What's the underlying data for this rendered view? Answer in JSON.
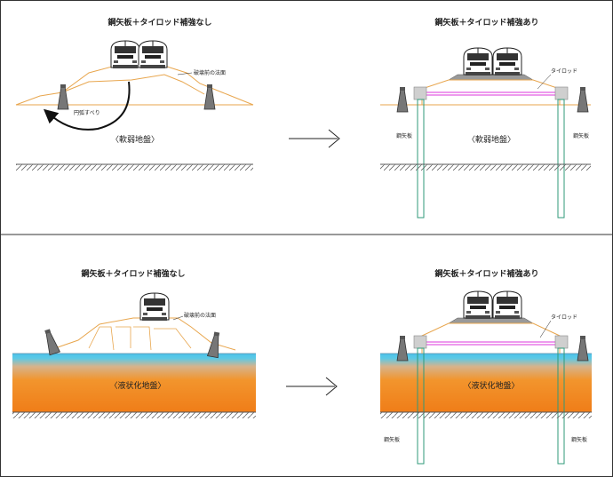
{
  "panels": [
    {
      "title": "鋼矢板＋タイロッド補強なし",
      "ground": "〈軟弱地盤〉",
      "slope_label": "破壊前の法面",
      "slip_label": "円弧すべり"
    },
    {
      "title": "鋼矢板＋タイロッド補強あり",
      "ground": "〈軟弱地盤〉",
      "tierod_label": "タイロッド",
      "pile_left": "鋼矢板",
      "pile_right": "鋼矢板"
    },
    {
      "title": "鋼矢板＋タイロッド補強なし",
      "ground": "〈液状化地盤〉",
      "slope_label": "破壊前の法面"
    },
    {
      "title": "鋼矢板＋タイロッド補強あり",
      "ground": "〈液状化地盤〉",
      "tierod_label": "タイロッド",
      "pile_left": "鋼矢板",
      "pile_right": "鋼矢板"
    }
  ],
  "colors": {
    "embankment": "#e8a64e",
    "tierod": "#e35ee3",
    "pile": "#2f9a7a",
    "water": "#5ac8e8",
    "liquefied": "#f08a24",
    "hatch": "#555555"
  },
  "icons": [
    "train-icon",
    "sheet-pile-icon",
    "arrow-right-icon",
    "slip-arrow-icon"
  ]
}
